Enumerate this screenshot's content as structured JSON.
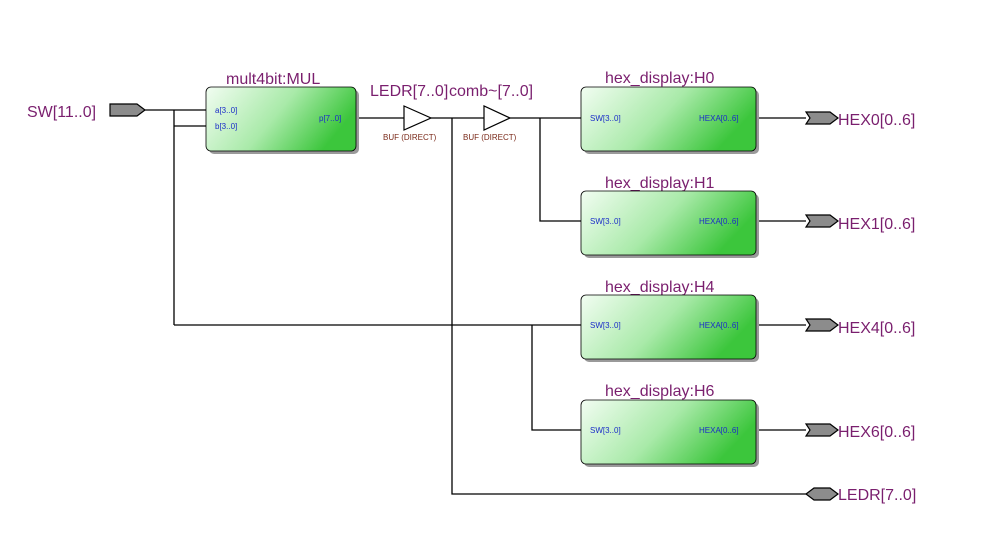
{
  "input_pin": {
    "label": "SW[11..0]"
  },
  "multiplier": {
    "title": "mult4bit:MUL",
    "port_a": "a[3..0]",
    "port_b": "b[3..0]",
    "port_p": "p[7..0]"
  },
  "buffers": [
    {
      "top_label": "LEDR[7..0]",
      "bottom_label": "BUF (DIRECT)"
    },
    {
      "top_label": "comb~[7..0]",
      "bottom_label": "BUF (DIRECT)"
    }
  ],
  "hex_blocks": [
    {
      "title": "hex_display:H0",
      "port_in": "SW[3..0]",
      "port_out": "HEXA[0..6]",
      "output_pin": "HEX0[0..6]"
    },
    {
      "title": "hex_display:H1",
      "port_in": "SW[3..0]",
      "port_out": "HEXA[0..6]",
      "output_pin": "HEX1[0..6]"
    },
    {
      "title": "hex_display:H4",
      "port_in": "SW[3..0]",
      "port_out": "HEXA[0..6]",
      "output_pin": "HEX4[0..6]"
    },
    {
      "title": "hex_display:H6",
      "port_in": "SW[3..0]",
      "port_out": "HEXA[0..6]",
      "output_pin": "HEX6[0..6]"
    }
  ],
  "ledr_output_pin": {
    "label": "LEDR[7..0]"
  },
  "colors": {
    "label": "#7a1f6e",
    "port_label": "#1a2cc8",
    "block_gradient_light": "#eafbea",
    "block_gradient_dark": "#3cc63c",
    "pin_fill": "#8c8c8c"
  }
}
